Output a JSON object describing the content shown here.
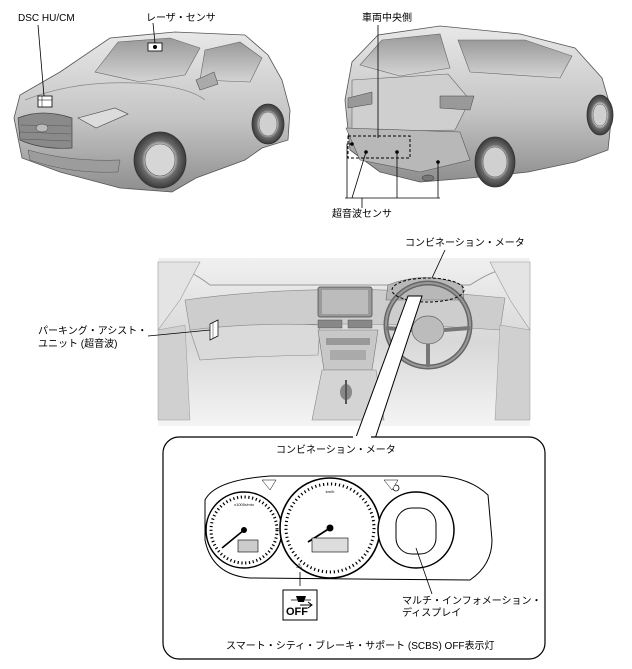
{
  "labels": {
    "dsc_hu_cm": "DSC HU/CM",
    "laser_sensor": "レーザ・センサ",
    "vehicle_center": "車両中央側",
    "ultrasonic_sensor": "超音波センサ",
    "combination_meter_top": "コンビネーション・メータ",
    "parking_assist_line1": "パーキング・アシスト・",
    "parking_assist_line2": "ユニット (超音波)",
    "combination_meter_callout": "コンビネーション・メータ",
    "mid_line1": "マルチ・インフォメーション・",
    "mid_line2": "ディスプレイ",
    "scbs_off_light": "スマート・シティ・ブレーキ・サポート (SCBS) OFF表示灯",
    "off_icon_text": "OFF"
  },
  "icons": [
    "dsc-unit-icon",
    "laser-sensor-icon",
    "parking-assist-unit-icon",
    "scbs-off-warning-icon"
  ]
}
